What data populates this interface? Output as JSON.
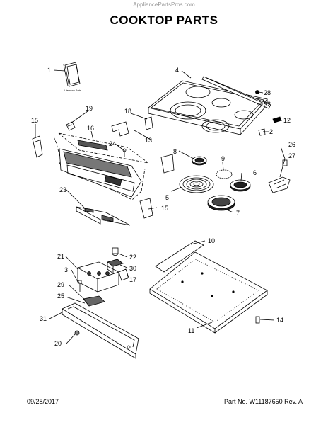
{
  "watermark": "AppliancePartsPros.com",
  "title": "COOKTOP PARTS",
  "book_label": "Literature Parts",
  "callouts": [
    "1",
    "4",
    "28",
    "32",
    "19",
    "18",
    "15",
    "16",
    "13",
    "24",
    "12",
    "2",
    "8",
    "9",
    "26",
    "27",
    "6",
    "23",
    "5",
    "7",
    "15",
    "10",
    "21",
    "22",
    "3",
    "30",
    "17",
    "29",
    "25",
    "31",
    "20",
    "11",
    "14"
  ],
  "footer": {
    "date": "09/28/2017",
    "part_info": "Part No.  W11187650  Rev. A"
  }
}
